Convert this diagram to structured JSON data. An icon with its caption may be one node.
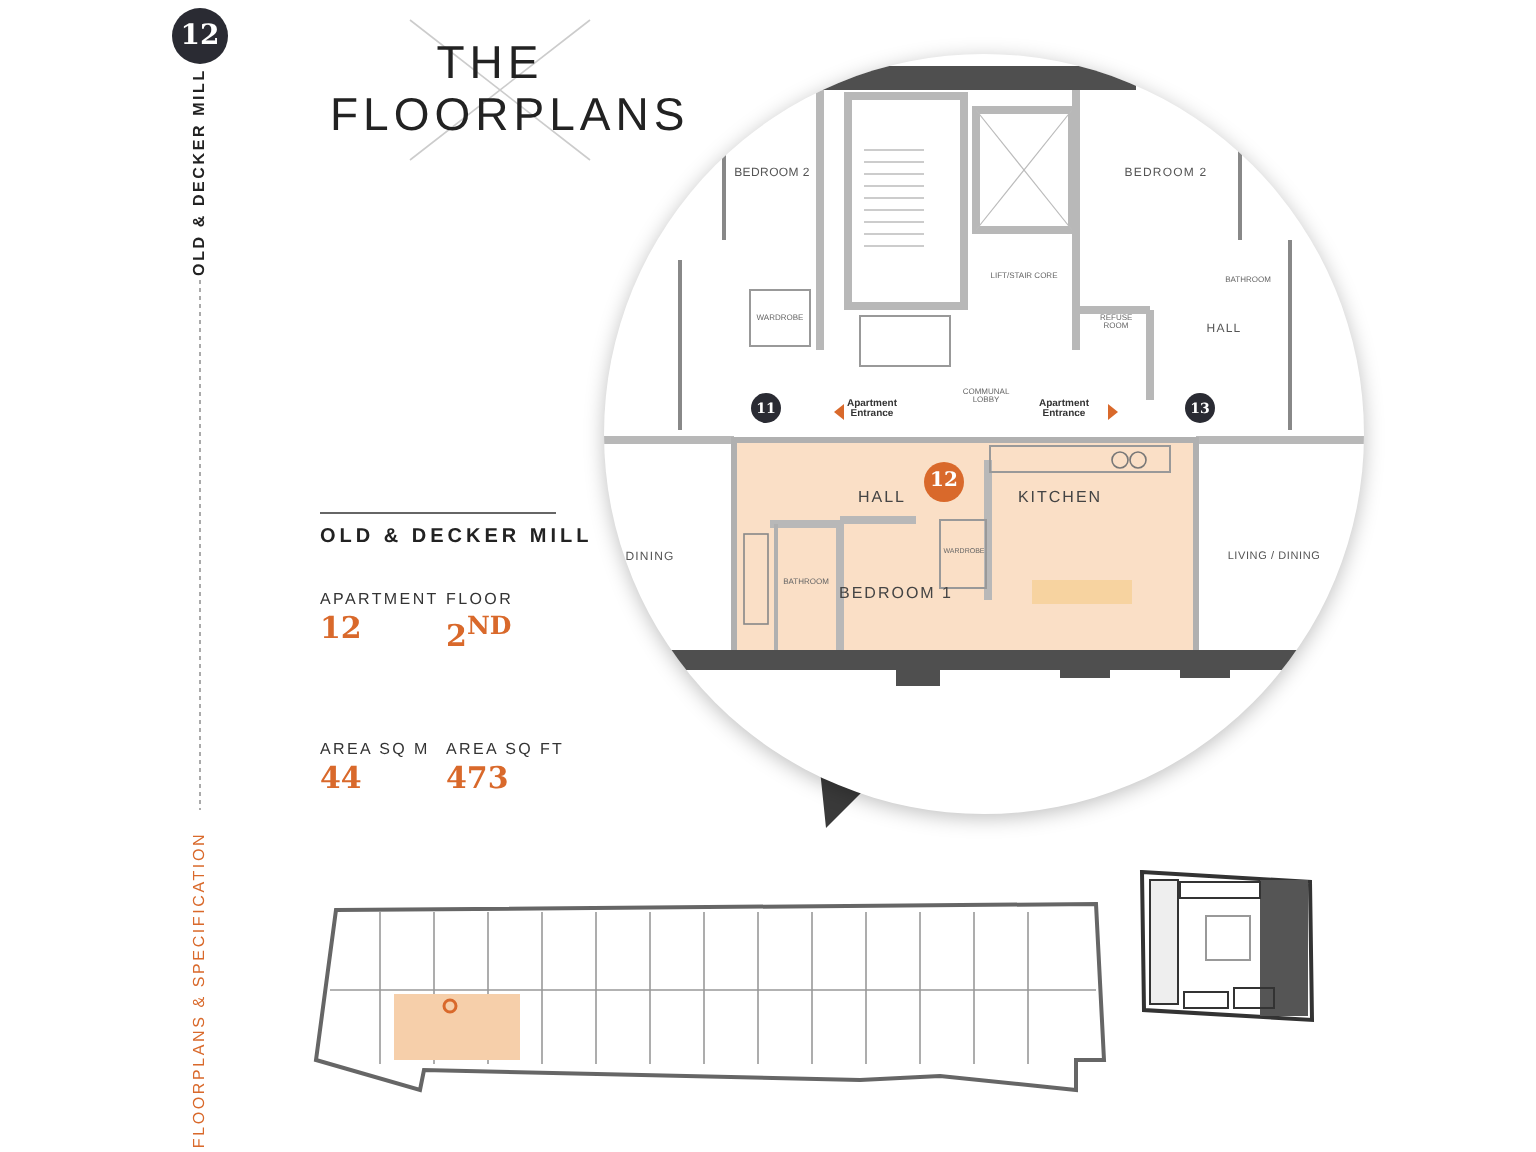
{
  "diagram": {
    "title": "THE FLOORPLANS",
    "labels": [
      "12",
      "OLD & DECKER MILL",
      "BEDROOM 2",
      "BEDROOM 2",
      "WARDROBE",
      "LIFT/STAIR CORE",
      "REFUSE ROOM",
      "HALL",
      "BATHROOM",
      "COMMUNAL LOBBY",
      "11",
      "Apartment Entrance",
      "Apartment Entrance",
      "13",
      "12",
      "HALL",
      "KITCHEN",
      "DINING",
      "LIVING / DINING",
      "BATHROOM",
      "WARDROBE",
      "BEDROOM 1",
      "OLD & DECKER MILL",
      "APARTMENT",
      "12",
      "FLOOR",
      "2$^{ND}$",
      "AREA SQ M",
      "44",
      "AREA SQ FT",
      "473",
      "FLOORPLANS & SPECIFICATION"
    ]
  }
}
